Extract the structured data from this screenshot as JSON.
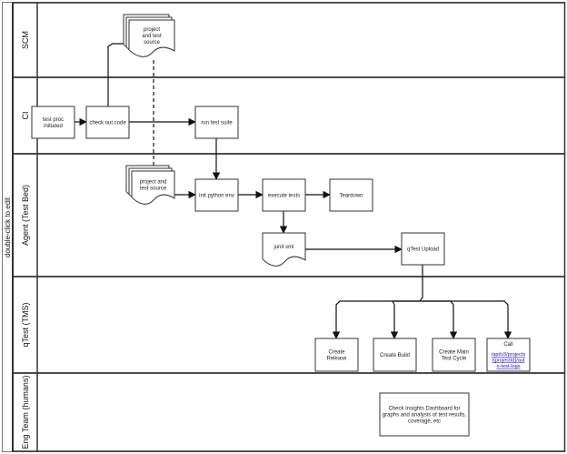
{
  "pool": {
    "label": "double-click to edit"
  },
  "lanes": [
    {
      "id": "scm",
      "label": "SCM"
    },
    {
      "id": "ci",
      "label": "CI"
    },
    {
      "id": "agent",
      "label": "Agent (Test Bed)"
    },
    {
      "id": "qtest",
      "label": "qTest (TMS)"
    },
    {
      "id": "eng",
      "label": "Eng Team (humans)"
    }
  ],
  "nodes": {
    "scm_source": {
      "lines": [
        "project",
        "and test",
        "source"
      ],
      "shape": "multi-document"
    },
    "test_proc": {
      "lines": [
        "test proc",
        "initiated"
      ],
      "shape": "process"
    },
    "checkout": {
      "lines": [
        "check out code"
      ],
      "shape": "process"
    },
    "run_suite": {
      "lines": [
        "run test suite"
      ],
      "shape": "process"
    },
    "agent_source": {
      "lines": [
        "project and",
        "test source"
      ],
      "shape": "multi-document"
    },
    "init_env": {
      "lines": [
        "init python env"
      ],
      "shape": "process"
    },
    "execute": {
      "lines": [
        "execute tests"
      ],
      "shape": "process"
    },
    "teardown": {
      "lines": [
        "Teardown"
      ],
      "shape": "process"
    },
    "junit": {
      "lines": [
        "junit xml"
      ],
      "shape": "document"
    },
    "qtest_upload": {
      "lines": [
        "qTest Upload"
      ],
      "shape": "process"
    },
    "create_release": {
      "lines": [
        "Create",
        "Release"
      ],
      "shape": "process"
    },
    "create_build": {
      "lines": [
        "Create Build"
      ],
      "shape": "process"
    },
    "create_cycle": {
      "lines": [
        "Create Main",
        "Test Cycle"
      ],
      "shape": "process"
    },
    "call": {
      "title": "Call",
      "link_lines": [
        "/api/v3/projects",
        "/{projectId}/aut",
        "o-test-logs"
      ],
      "shape": "process"
    },
    "insights": {
      "lines": [
        "Check Insights Dashboard for",
        "graphs and analysis of test results,",
        "coverage, etc"
      ],
      "shape": "process"
    }
  },
  "edges": [
    {
      "from": "test_proc",
      "to": "checkout",
      "style": "solid"
    },
    {
      "from": "checkout",
      "to": "scm_source",
      "style": "solid"
    },
    {
      "from": "checkout",
      "to": "run_suite",
      "style": "solid"
    },
    {
      "from": "run_suite",
      "to": "init_env",
      "style": "solid"
    },
    {
      "from": "scm_source",
      "to": "agent_source",
      "style": "dashed"
    },
    {
      "from": "agent_source",
      "to": "init_env",
      "style": "solid"
    },
    {
      "from": "init_env",
      "to": "execute",
      "style": "solid"
    },
    {
      "from": "execute",
      "to": "teardown",
      "style": "solid"
    },
    {
      "from": "execute",
      "to": "junit",
      "style": "solid"
    },
    {
      "from": "junit",
      "to": "qtest_upload",
      "style": "solid"
    },
    {
      "from": "qtest_upload",
      "to": "create_release",
      "style": "solid"
    },
    {
      "from": "qtest_upload",
      "to": "create_build",
      "style": "solid"
    },
    {
      "from": "qtest_upload",
      "to": "create_cycle",
      "style": "solid"
    },
    {
      "from": "qtest_upload",
      "to": "call",
      "style": "solid"
    }
  ]
}
